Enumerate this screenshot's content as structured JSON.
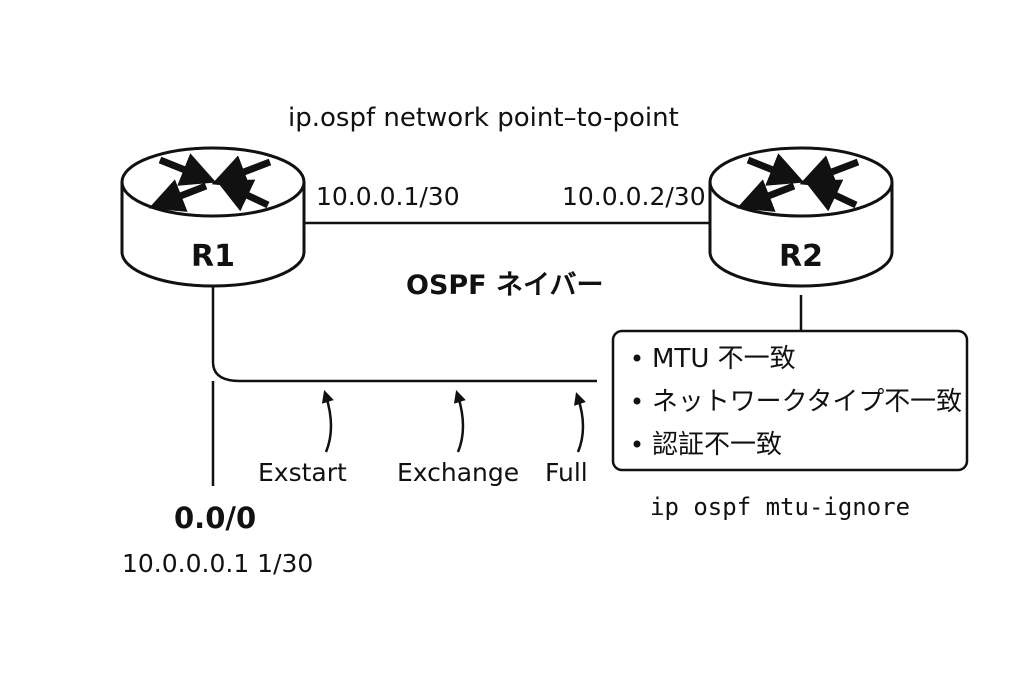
{
  "diagram": {
    "top_command": "ip.ospf network point–to-point",
    "link_title": "OSPF ネイバー",
    "routers": [
      {
        "name": "R1",
        "ip": "10.0.0.1/30",
        "icon": "router-icon"
      },
      {
        "name": "R2",
        "ip": "10.0.0.2/30",
        "icon": "router-icon"
      }
    ],
    "states": [
      "Exstart",
      "Exchange",
      "Full"
    ],
    "issues": [
      "MTU 不一致",
      "ネットワークタイプ不一致",
      "認証不一致"
    ],
    "fix_command": "ip ospf mtu-ignore",
    "interface": {
      "name": "0.0/0",
      "ip": "10.0.0.0.1 1/30"
    },
    "colors": {
      "stroke": "#111111",
      "background": "#ffffff"
    }
  }
}
